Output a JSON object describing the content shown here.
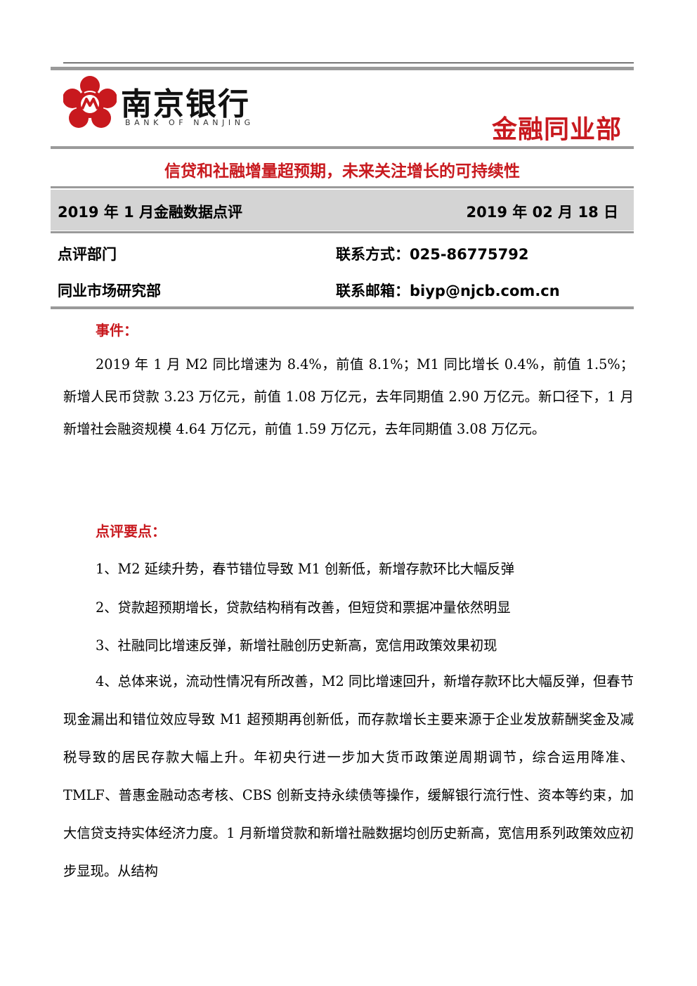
{
  "header": {
    "brand_cn": "南京银行",
    "brand_en": "BANK OF NANJING",
    "department": "金融同业部",
    "brand_color": "#c8191e"
  },
  "headline": "信贷和社融增量超预期，未来关注增长的可持续性",
  "band": {
    "report_type": "2019 年 1 月金融数据点评",
    "date": "2019 年 02 月 18 日"
  },
  "info": {
    "dept_label": "点评部门",
    "dept_value": "同业市场研究部",
    "contact_phone": "联系方式：025-86775792",
    "contact_email": "联系邮箱：biyp@njcb.com.cn"
  },
  "event": {
    "title": "事件：",
    "body": "2019 年 1 月 M2 同比增速为 8.4%，前值 8.1%；M1 同比增长 0.4%，前值 1.5%；新增人民币贷款 3.23 万亿元，前值 1.08 万亿元，去年同期值 2.90 万亿元。新口径下，1 月新增社会融资规模 4.64 万亿元，前值 1.59 万亿元，去年同期值 3.08 万亿元。"
  },
  "comments": {
    "title": "点评要点：",
    "points": [
      "1、M2 延续升势，春节错位导致 M1 创新低，新增存款环比大幅反弹",
      "2、贷款超预期增长，贷款结构稍有改善，但短贷和票据冲量依然明显",
      "3、社融同比增速反弹，新增社融创历史新高，宽信用政策效果初现"
    ],
    "summary": "4、总体来说，流动性情况有所改善，M2 同比增速回升，新增存款环比大幅反弹，但春节现金漏出和错位效应导致 M1 超预期再创新低，而存款增长主要来源于企业发放薪酬奖金及减税导致的居民存款大幅上升。年初央行进一步加大货币政策逆周期调节，综合运用降准、TMLF、普惠金融动态考核、CBS 创新支持永续债等操作，缓解银行流行性、资本等约束，加大信贷支持实体经济力度。1 月新增贷款和新增社融数据均创历史新高，宽信用系列政策效应初步显现。从结构"
  }
}
